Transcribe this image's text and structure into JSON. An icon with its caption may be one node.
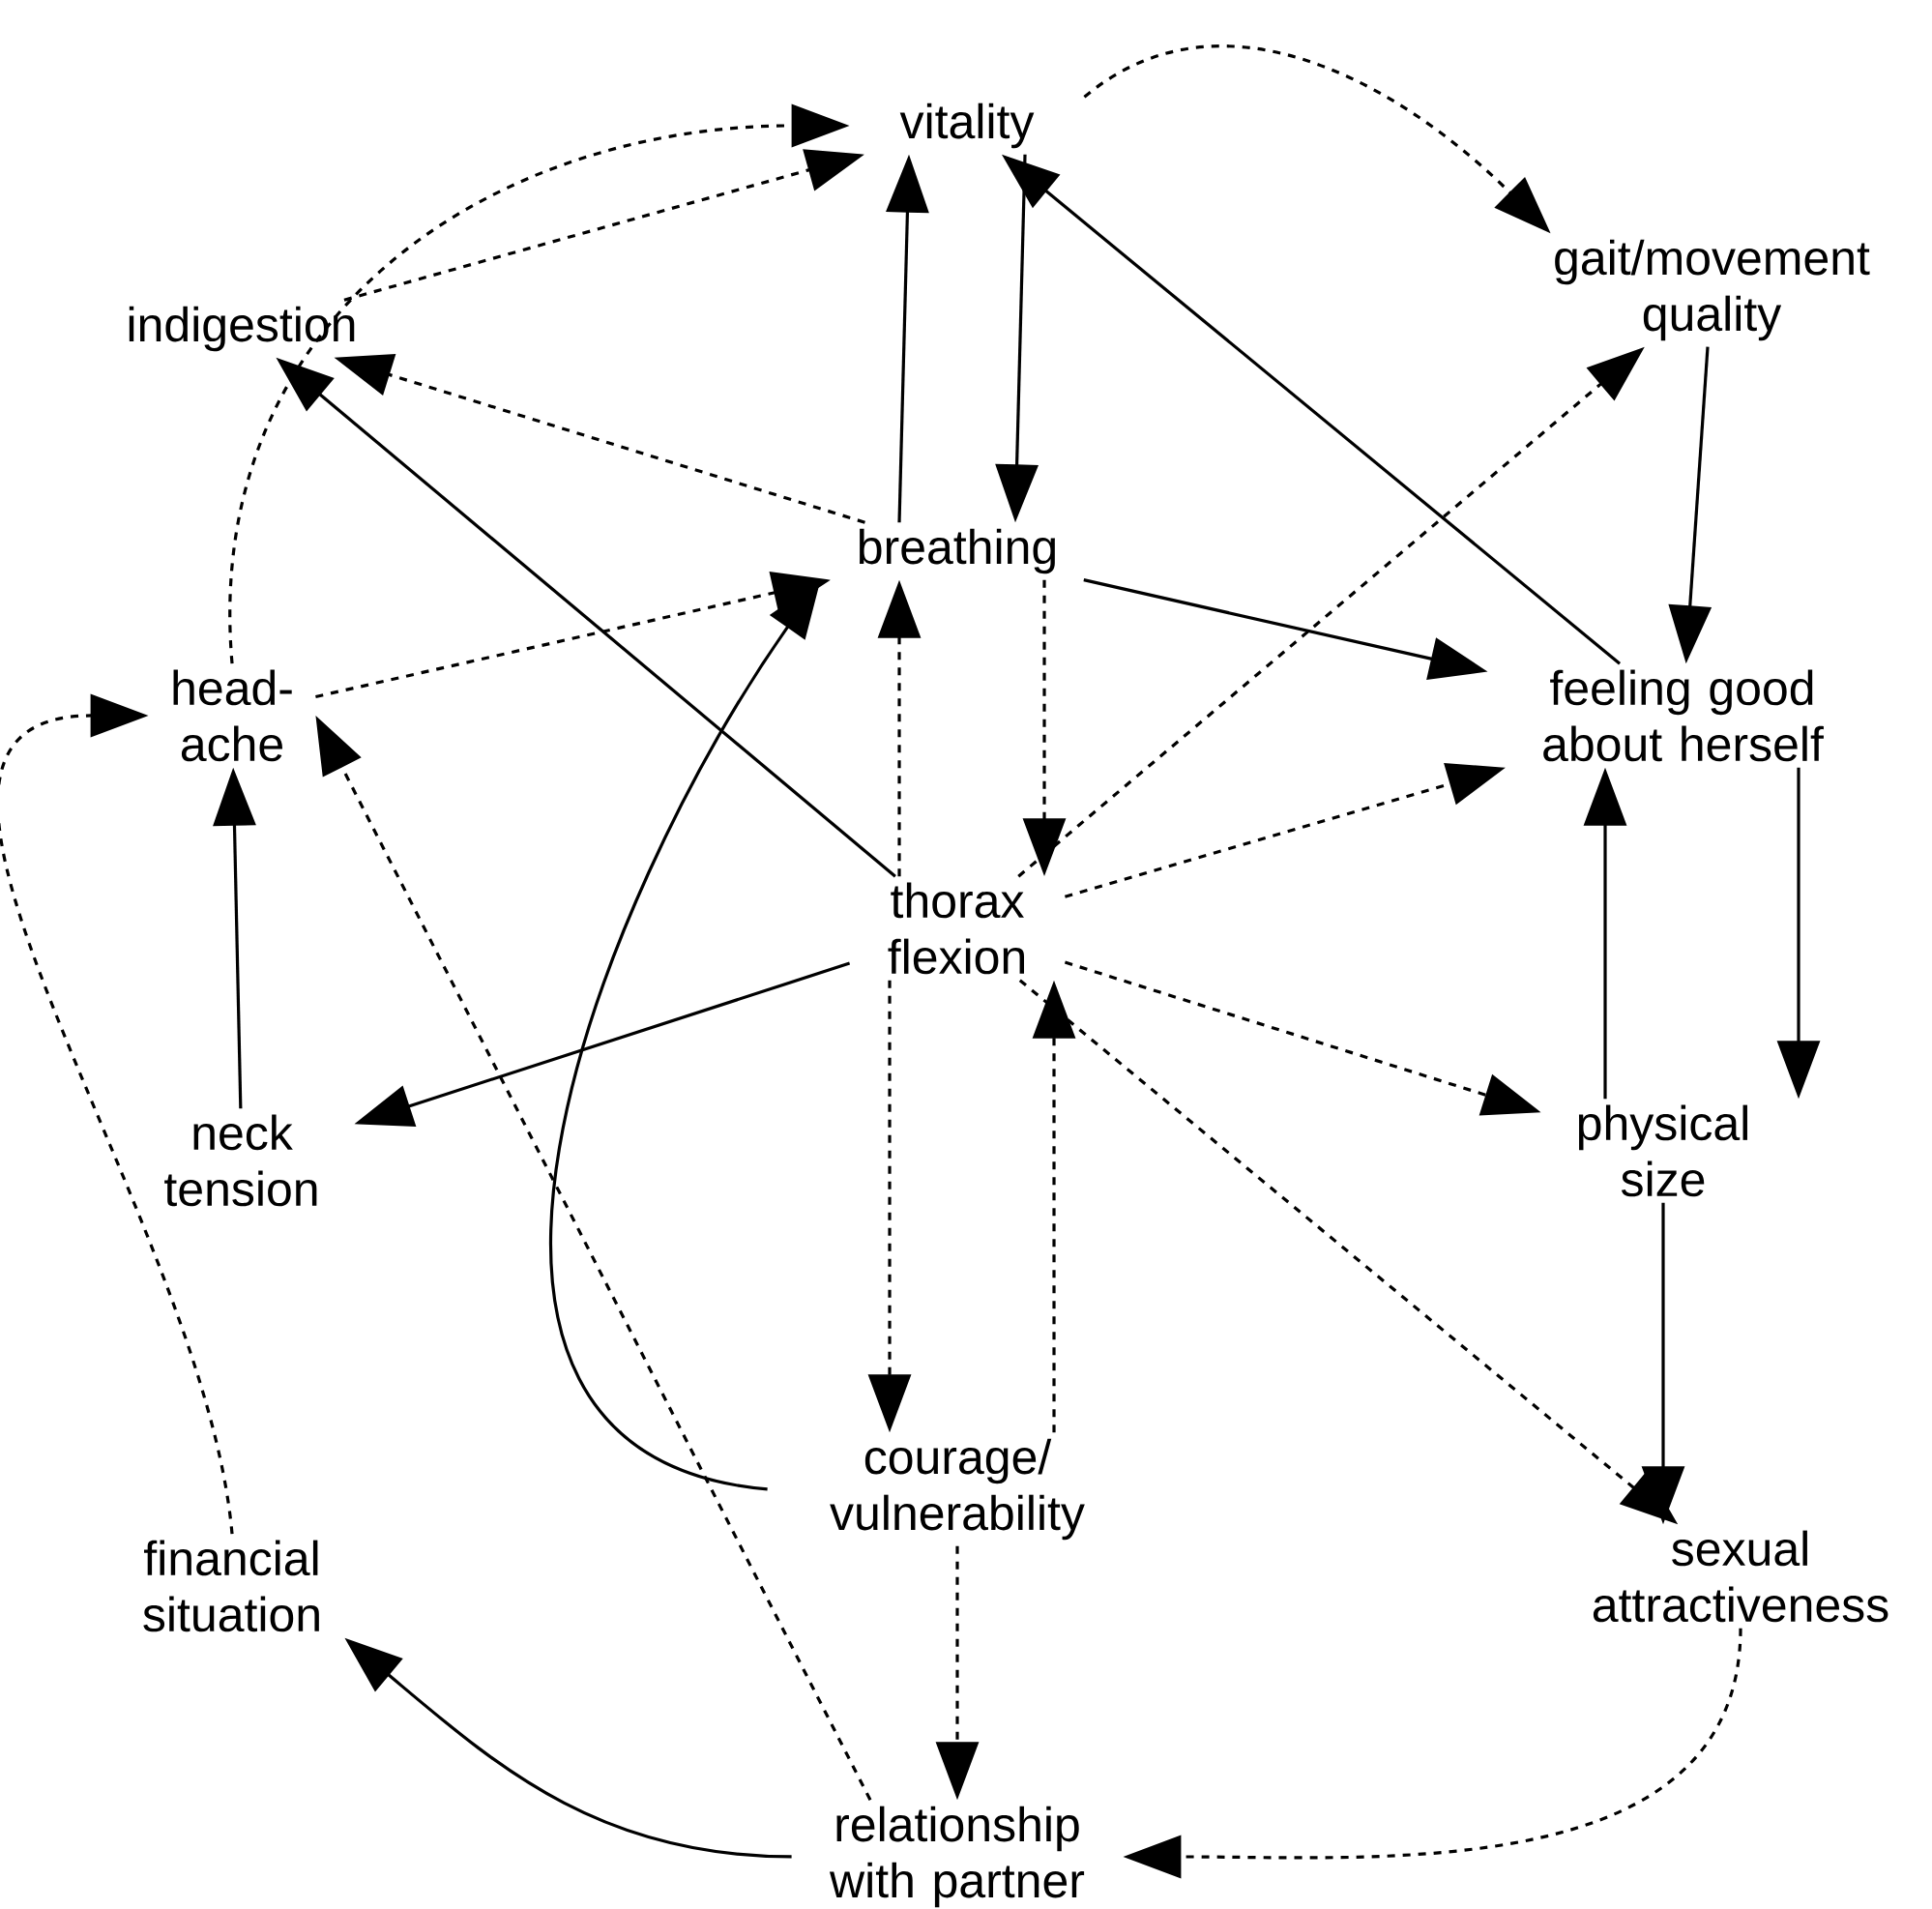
{
  "diagram": {
    "nodes": [
      {
        "text": [
          "vitality"
        ]
      },
      {
        "text": [
          "indigestion"
        ]
      },
      {
        "text": [
          "gait/movement quality"
        ]
      },
      {
        "text": [
          "breathing"
        ]
      },
      {
        "text": [
          "head- ache"
        ]
      },
      {
        "text": [
          "feeling good about herself"
        ]
      },
      {
        "text": [
          "thorax flexion"
        ]
      },
      {
        "text": [
          "neck tension"
        ]
      },
      {
        "text": [
          "physical size"
        ]
      },
      {
        "text": [
          "courage/ vulnerability"
        ]
      },
      {
        "text": [
          "financial situation"
        ]
      },
      {
        "text": [
          "sexual attractiveness"
        ]
      },
      {
        "text": [
          "relationship with partner"
        ]
      }
    ],
    "edges": [
      {
        "from": 4,
        "to": 0,
        "arrow": "to",
        "style": "dashed"
      },
      {
        "from": 1,
        "to": 0,
        "arrow": "to",
        "style": "dashed"
      },
      {
        "from": 0,
        "to": 2,
        "arrow": "to",
        "style": "dashed"
      },
      {
        "from": 0,
        "to": 3,
        "arrow": "to"
      },
      {
        "from": 3,
        "to": 0,
        "arrow": "to"
      },
      {
        "from": 5,
        "to": 0,
        "arrow": "to"
      },
      {
        "from": 3,
        "to": 1,
        "arrow": "to",
        "style": "dashed"
      },
      {
        "from": 6,
        "to": 1,
        "arrow": "to"
      },
      {
        "from": 2,
        "to": 5,
        "arrow": "to"
      },
      {
        "from": 3,
        "to": 5,
        "arrow": "to"
      },
      {
        "from": 3,
        "to": 6,
        "arrow": "to",
        "style": "dashed"
      },
      {
        "from": 6,
        "to": 3,
        "arrow": "to",
        "style": "dashed"
      },
      {
        "from": 4,
        "to": 3,
        "arrow": "to",
        "style": "dashed"
      },
      {
        "from": 9,
        "to": 3,
        "arrow": "to"
      },
      {
        "from": 6,
        "to": 2,
        "arrow": "to",
        "style": "dashed"
      },
      {
        "from": 6,
        "to": 5,
        "arrow": "to",
        "style": "dashed"
      },
      {
        "from": 6,
        "to": 7,
        "arrow": "to"
      },
      {
        "from": 6,
        "to": 9,
        "arrow": "to",
        "style": "dashed"
      },
      {
        "from": 9,
        "to": 6,
        "arrow": "to",
        "style": "dashed"
      },
      {
        "from": 6,
        "to": 8,
        "arrow": "to",
        "style": "dashed"
      },
      {
        "from": 6,
        "to": 11,
        "arrow": "to",
        "style": "dashed"
      },
      {
        "from": 7,
        "to": 4,
        "arrow": "to"
      },
      {
        "from": 12,
        "to": 4,
        "arrow": "to",
        "style": "dashed"
      },
      {
        "from": 10,
        "to": 4,
        "arrow": "to",
        "style": "dashed"
      },
      {
        "from": 8,
        "to": 5,
        "arrow": "to"
      },
      {
        "from": 5,
        "to": 8,
        "arrow": "to"
      },
      {
        "from": 8,
        "to": 11,
        "arrow": "to"
      },
      {
        "from": 9,
        "to": 12,
        "arrow": "to",
        "style": "dashed"
      },
      {
        "from": 12,
        "to": 10,
        "arrow": "to"
      },
      {
        "from": 11,
        "to": 12,
        "arrow": "to",
        "style": "dashed"
      }
    ]
  }
}
